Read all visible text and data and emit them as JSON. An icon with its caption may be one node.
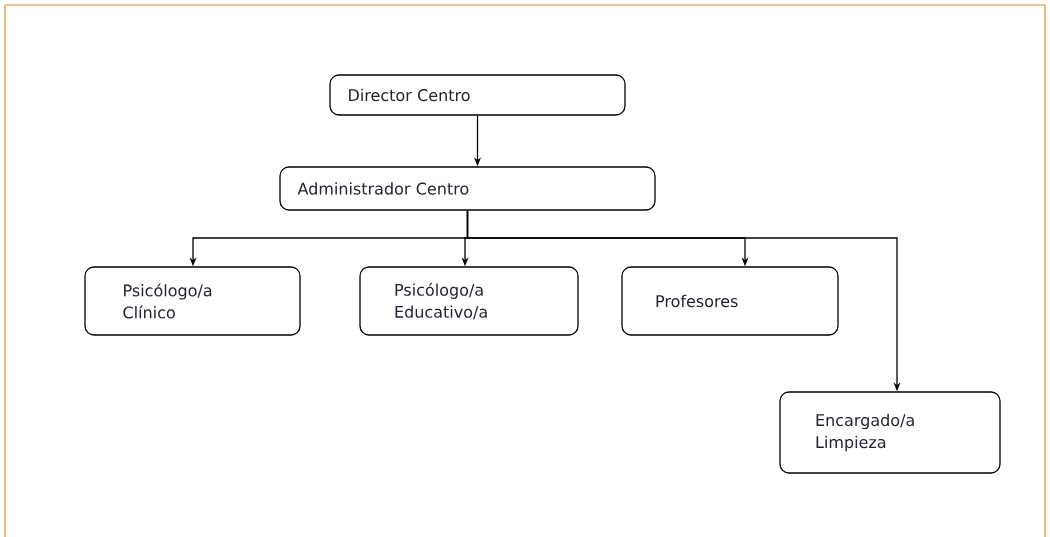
{
  "diagram": {
    "nodes": [
      {
        "text": [
          "Director Centro"
        ]
      },
      {
        "text": [
          "Administrador Centro"
        ]
      },
      {
        "text": [
          "Psicólogo/a Clínico"
        ]
      },
      {
        "text": [
          "Psicólogo/a Educativo/a"
        ]
      },
      {
        "text": [
          "Profesores"
        ]
      },
      {
        "text": [
          "Encargado/a Limpieza"
        ]
      }
    ],
    "edges": [
      {
        "from": 0,
        "to": 1,
        "arrow": "to"
      },
      {
        "from": 1,
        "to": 2,
        "arrow": "to"
      },
      {
        "from": 1,
        "to": 3,
        "arrow": "to"
      },
      {
        "from": 1,
        "to": 4,
        "arrow": "to"
      },
      {
        "from": 1,
        "to": 5,
        "arrow": "to"
      }
    ]
  }
}
